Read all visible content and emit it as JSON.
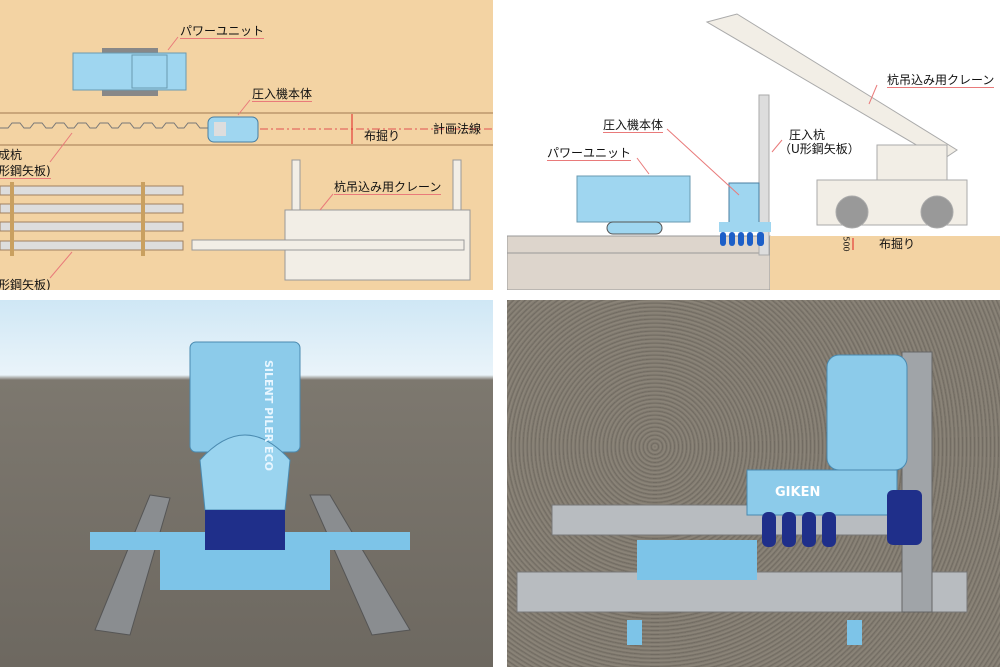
{
  "plan_view": {
    "power_unit": "パワーユニット",
    "press_in_machine": "圧入機本体",
    "trench": "布掘り",
    "planned_line": "計画法線",
    "completed_pile": "成杭",
    "completed_pile_type": "形鋼矢板)",
    "stock_pile_type": "形鋼矢板)",
    "crane": "杭吊込み用クレーン"
  },
  "side_view": {
    "crane": "杭吊込み用クレーン",
    "press_in_machine": "圧入機本体",
    "press_in_pile": "圧入杭",
    "press_in_pile_type": "（U形鋼矢板）",
    "power_unit": "パワーユニット",
    "trench_depth": "500",
    "trench": "布掘り"
  },
  "render_front": {
    "brand": "SILENT PILER ECO"
  },
  "render_side": {
    "brand": "GIKEN"
  },
  "colors": {
    "machine": "#9fd6f0",
    "plan_bg": "#f3d3a3",
    "leader": "#e97a7a"
  }
}
